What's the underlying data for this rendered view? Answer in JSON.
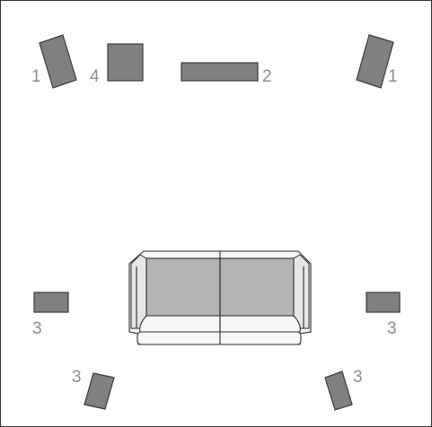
{
  "speakers": [
    {
      "id": "front-left",
      "label": "1"
    },
    {
      "id": "front-right",
      "label": "1"
    },
    {
      "id": "center",
      "label": "2"
    },
    {
      "id": "subwoofer",
      "label": "4"
    },
    {
      "id": "surround-left",
      "label": "3"
    },
    {
      "id": "surround-right",
      "label": "3"
    },
    {
      "id": "rear-left",
      "label": "3"
    },
    {
      "id": "rear-right",
      "label": "3"
    }
  ],
  "colors": {
    "speaker_fill": "#808080",
    "label": "#8c8c8c",
    "sofa_seat": "#b4b4b4",
    "room_border": "#333333"
  }
}
